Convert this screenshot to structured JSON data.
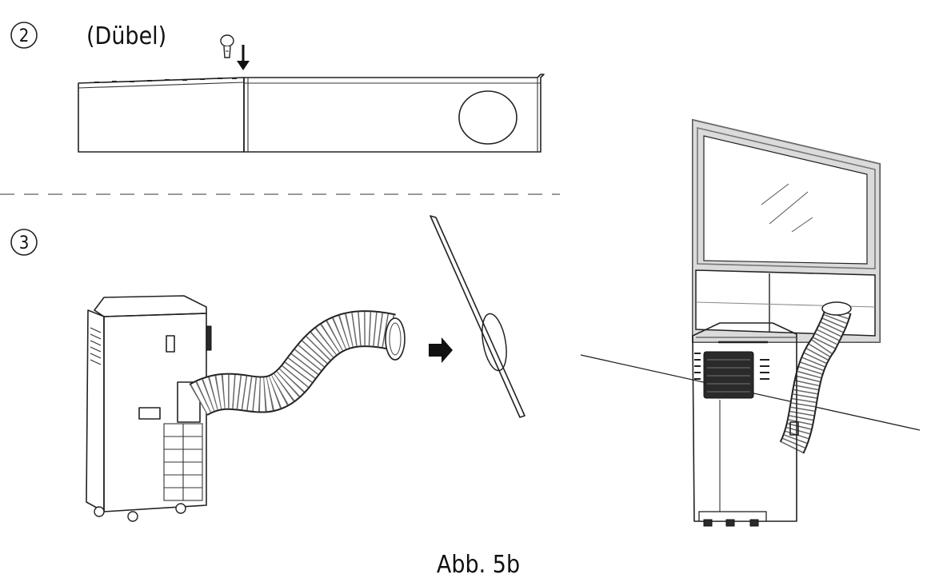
{
  "step2": {
    "number": "2",
    "label": "(Dübel)"
  },
  "step3": {
    "number": "3"
  },
  "caption": "Abb. 5b",
  "colors": {
    "line": "#222222",
    "dashed_separator": "#9a9a9a",
    "window_frame": "#777777",
    "background": "#ffffff"
  },
  "icons": {
    "dowel": "dowel-icon",
    "insert_arrow": "arrow-down-icon",
    "direction_arrow": "arrow-right-icon"
  }
}
